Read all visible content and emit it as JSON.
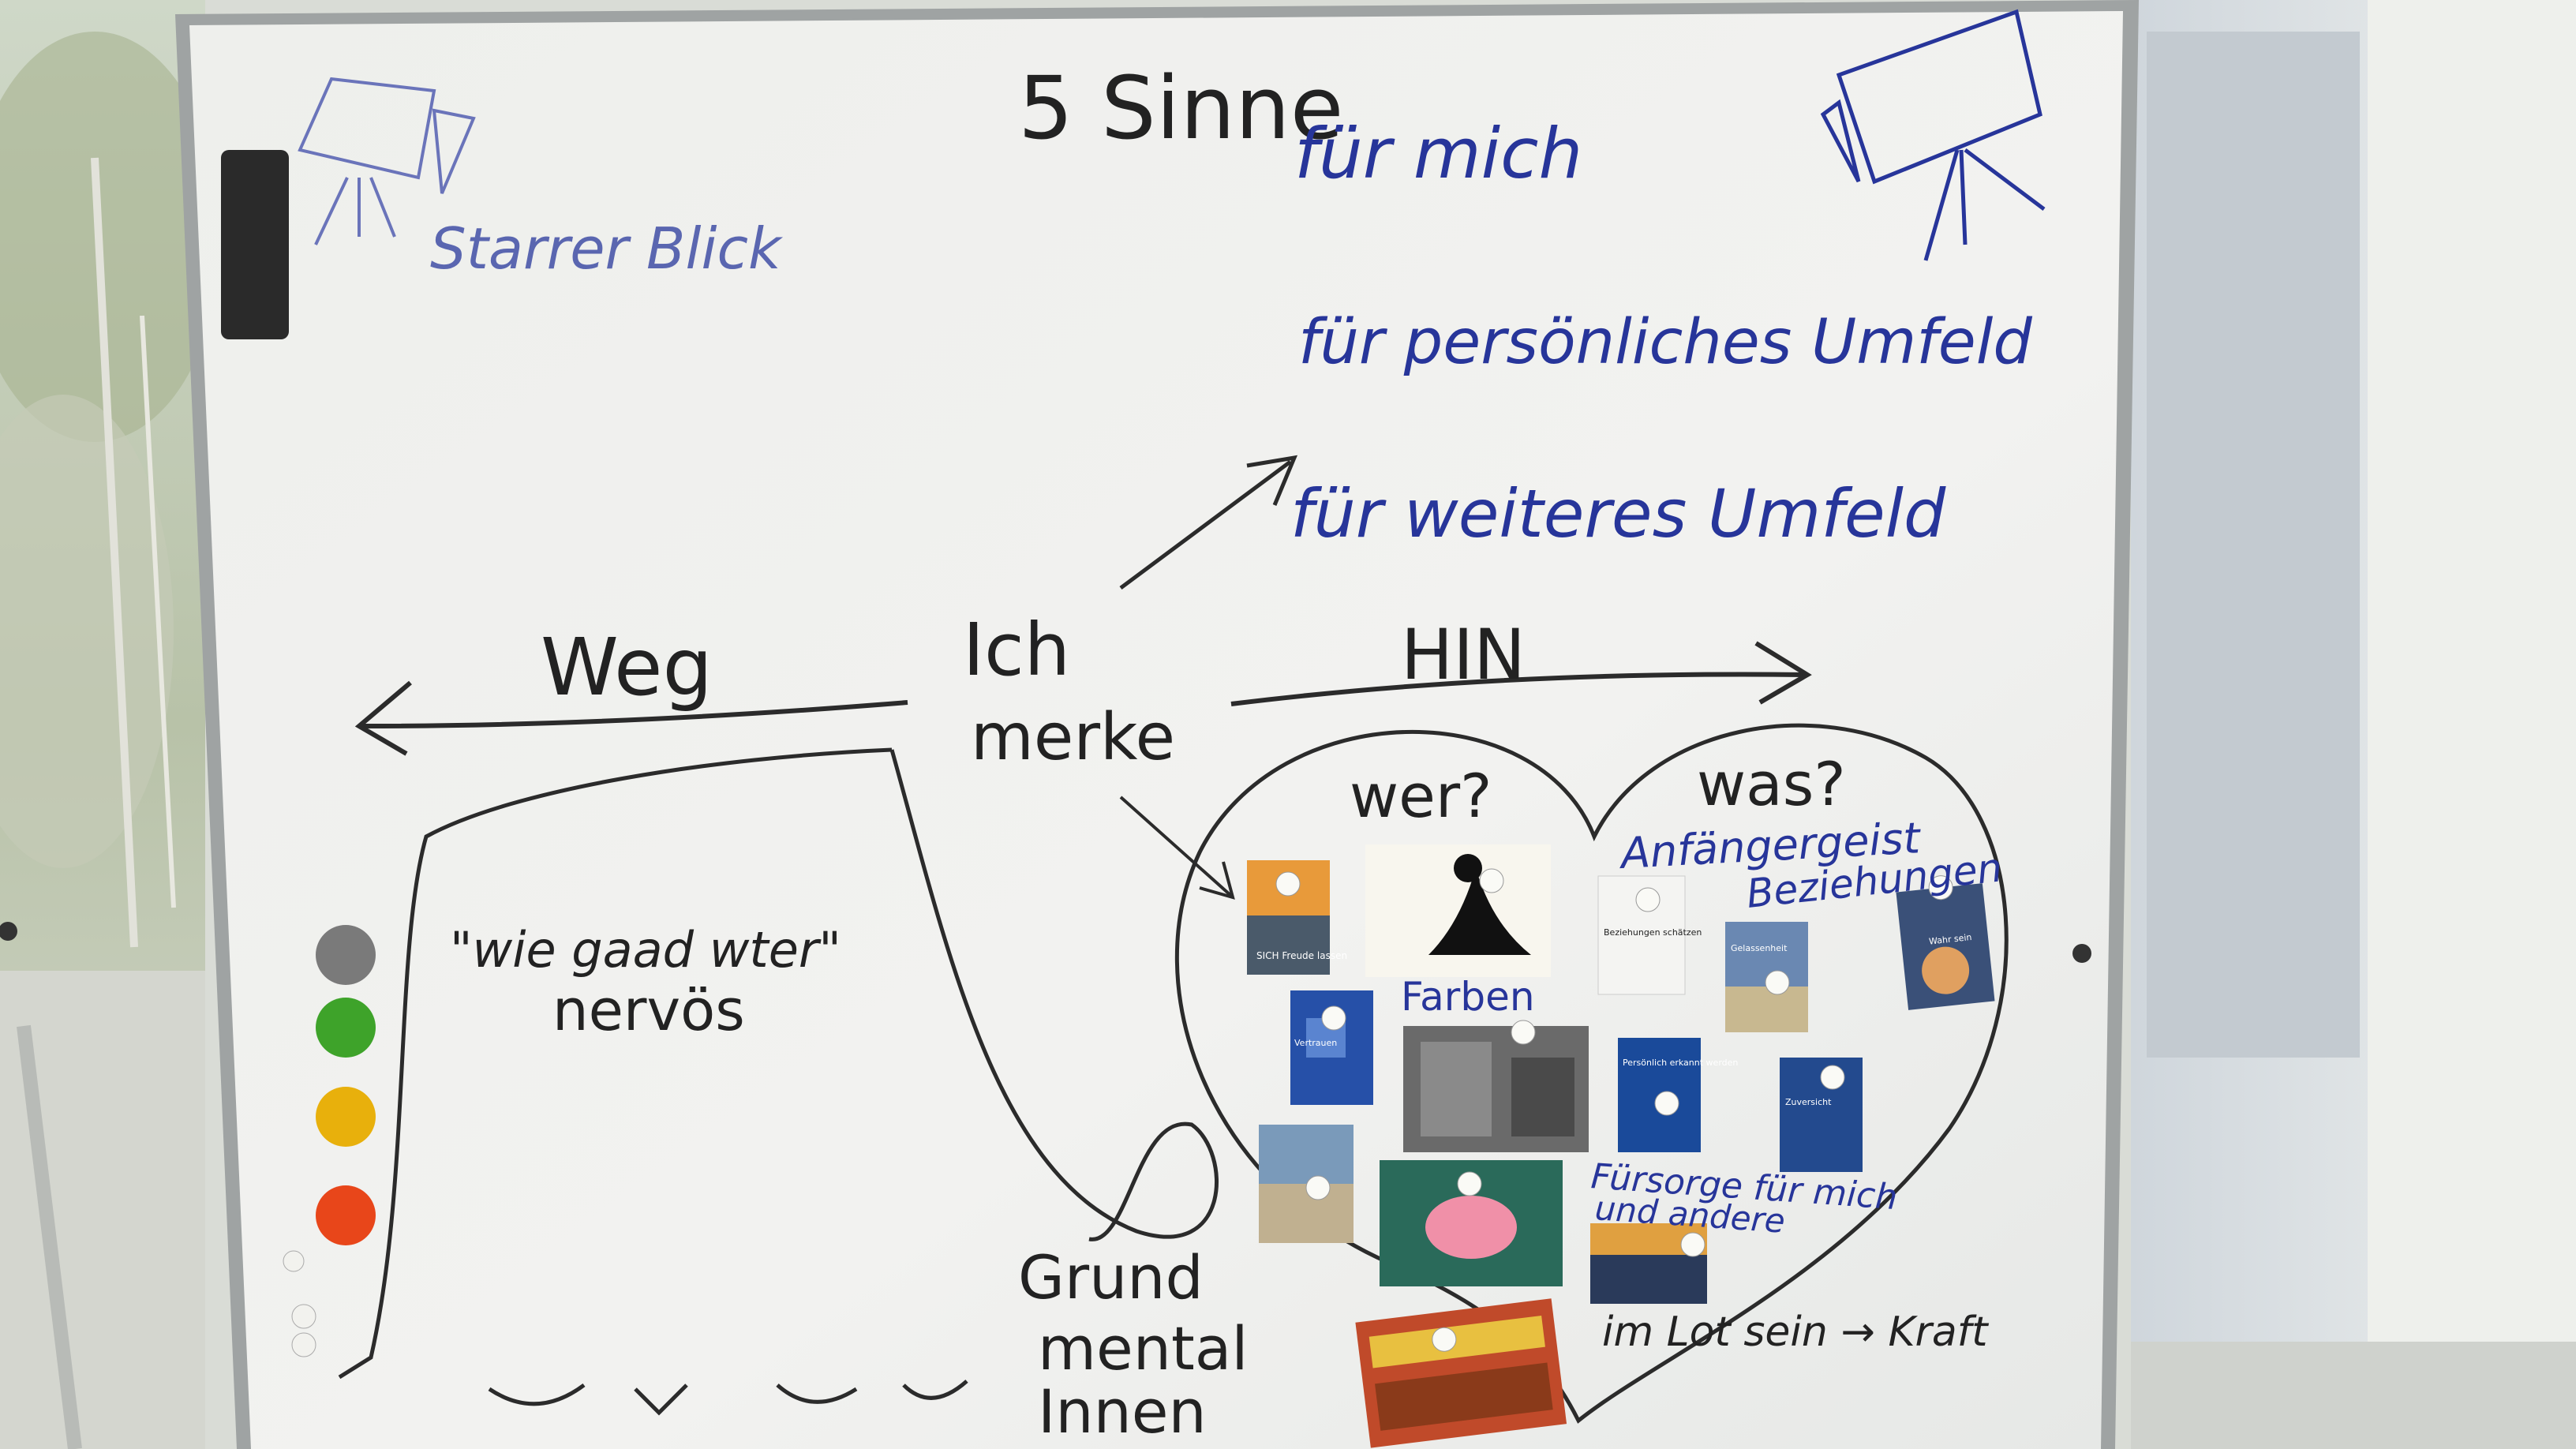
{
  "board": {
    "title": "5 Sinne",
    "top_left_note": "Starrer Blick",
    "right_list": [
      "für mich",
      "für persönliches Umfeld",
      "für weiteres Umfeld"
    ],
    "center": [
      "Ich",
      "merke"
    ],
    "left_arrow_label": "Weg",
    "right_arrow_label": "HIN",
    "left_box_text": [
      "\"wie gaad wter\"",
      "nervös"
    ],
    "bottom_center": [
      "Grund",
      "mental",
      "Innen"
    ],
    "heart_labels": {
      "wer": "wer?",
      "was": "was?",
      "anfaenger": "Anfängergeist",
      "beziehungen": "Beziehungen",
      "farben": "Farben",
      "fuersorge_1": "Fürsorge für mich",
      "fuersorge_2": "und andere",
      "kraft": "im Lot sein → Kraft"
    },
    "cards": [
      "SICH Freude lassen",
      "Beziehungen schätzen",
      "Gelassenheit",
      "Wahr sein",
      "Vertrauen",
      "Persönlich erkannt werden",
      "Zuversicht"
    ]
  },
  "magnet_colors": [
    "#7a7a7a",
    "#3ea32a",
    "#e8b00c",
    "#e8461a"
  ]
}
